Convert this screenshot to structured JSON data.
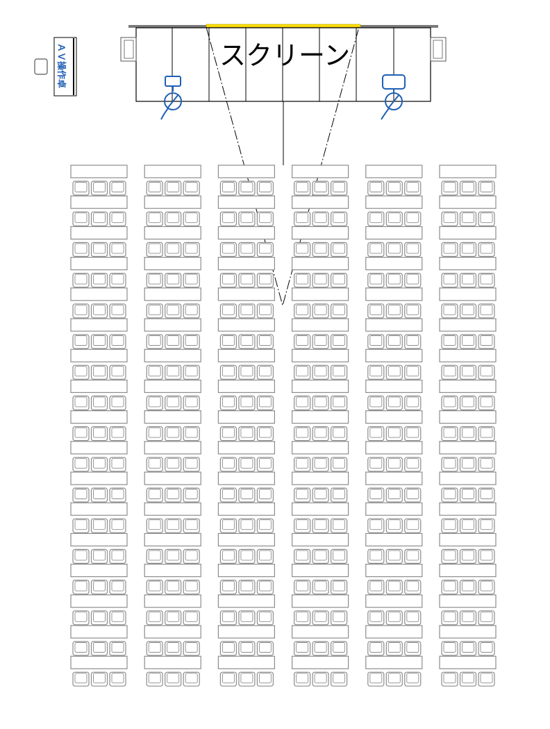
{
  "screen_label": "スクリーン",
  "av_desk_label": "ＡＶ操作卓",
  "colors": {
    "screen": "#ffe100",
    "stage_wall": "#7a7a7a",
    "seat": "#8c8c8c",
    "av_blue": "#1f5fb5",
    "line": "#000000"
  },
  "seating": {
    "table_blocks": 6,
    "rows_per_block": 17,
    "seats_per_table": 3
  },
  "icons": [
    "speaker-icon",
    "projector-icon",
    "av-desk-icon",
    "chair-icon"
  ]
}
